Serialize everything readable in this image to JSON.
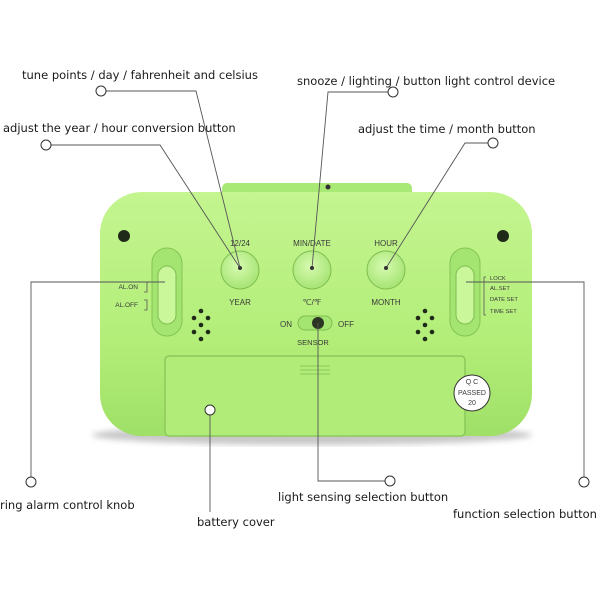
{
  "callouts": {
    "tune_points": "tune points / day / fahrenheit and celsius",
    "snooze": "snooze / lighting / button light control device",
    "adjust_year": "adjust the year / hour conversion button",
    "adjust_time": "adjust the time / month button",
    "ring_alarm": "ring alarm control knob",
    "battery_cover": "battery cover",
    "light_sensing": "light sensing selection button",
    "function_select": "function selection button"
  },
  "device": {
    "button_1_top": "12/24",
    "button_1_bottom": "YEAR",
    "button_2_top": "MIN/DATE",
    "button_2_bottom": "℃/℉",
    "button_3_top": "HOUR",
    "button_3_bottom": "MONTH",
    "alarm_on": "AL.ON",
    "alarm_off": "AL.OFF",
    "sensor_on": "ON",
    "sensor_off": "OFF",
    "sensor_label": "SENSOR",
    "mode_lock": "LOCK",
    "mode_al_set": "AL.SET",
    "mode_date_set": "DATE SET",
    "mode_time_set": "TIME SET",
    "qc_line1": "Q C",
    "qc_line2": "PASSED",
    "qc_line3": "20"
  },
  "colors": {
    "body_green": "#b6f07e",
    "body_shadow": "#8fd05a",
    "leader": "#555555"
  }
}
